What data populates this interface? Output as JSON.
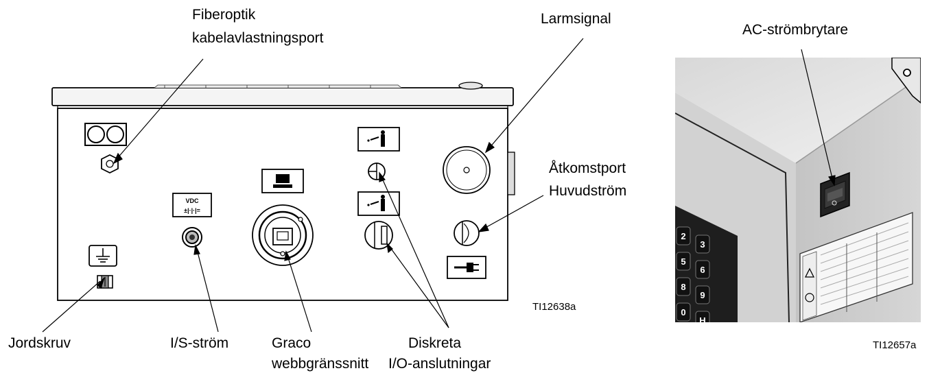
{
  "left_figure": {
    "figure_code": "TI12638a",
    "callouts": {
      "fiber_line1": "Fiberoptik",
      "fiber_line2": "kabelavlastningsport",
      "alarm": "Larmsignal",
      "access_line1": "Åtkomstport",
      "access_line2": "Huvudström",
      "ground": "Jordskruv",
      "is_power": "I/S-ström",
      "graco_line1": "Graco",
      "graco_line2": "webbgränssnitt",
      "discrete_line1": "Diskreta",
      "discrete_line2": "I/O-anslutningar"
    },
    "panel_labels": {
      "vdc": "VDC"
    }
  },
  "right_figure": {
    "figure_code": "TI12657a",
    "callouts": {
      "ac_switch": "AC-strömbrytare"
    },
    "keypad_keys": [
      "2",
      "3",
      "5",
      "6",
      "8",
      "9",
      "0",
      "H"
    ]
  }
}
